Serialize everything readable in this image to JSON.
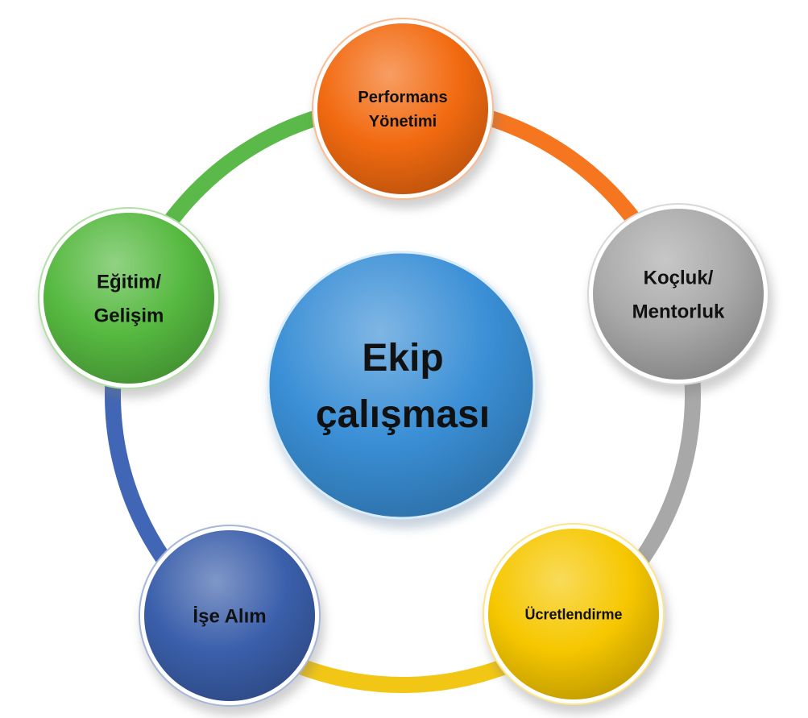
{
  "center": {
    "lines": [
      "Ekip",
      "çalışması"
    ],
    "color": "#3a8fd6"
  },
  "nodes": [
    {
      "id": "performance",
      "lines": [
        "Performans",
        "Yönetimi"
      ],
      "color": "#f26a10",
      "ring_color": "#f5761e"
    },
    {
      "id": "coaching",
      "lines": [
        "Koçluk/",
        "Mentorluk"
      ],
      "color": "#a9a9a9",
      "ring_color": "#a8a8a8"
    },
    {
      "id": "compensation",
      "lines": [
        "Ücretlendirme"
      ],
      "color": "#f6c700",
      "ring_color": "#f2c614"
    },
    {
      "id": "recruitment",
      "lines": [
        "İşe Alım"
      ],
      "color": "#3b5fab",
      "ring_color": "#4166b5"
    },
    {
      "id": "training",
      "lines": [
        "Eğitim/",
        "Gelişim"
      ],
      "color": "#56b940",
      "ring_color": "#5ab948"
    }
  ]
}
